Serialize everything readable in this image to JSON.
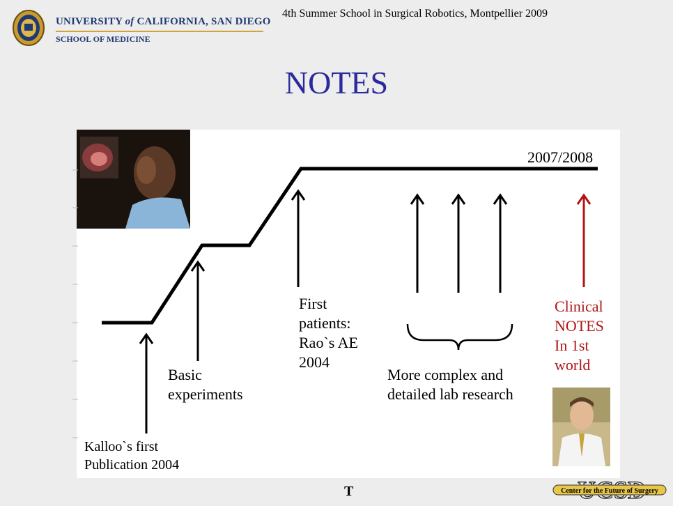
{
  "header": {
    "university_name": "UNIVERSITY of CALIFORNIA, SAN DIEGO",
    "university_main": "UNIVERSITY",
    "university_of": "of",
    "university_rest": "CALIFORNIA, SAN DIEGO",
    "school": "SCHOOL OF MEDICINE",
    "conference": "4th Summer School in Surgical Robotics, Montpellier 2009"
  },
  "slide": {
    "title": "NOTES",
    "year_label": "2007/2008"
  },
  "timeline": {
    "kalloo_line1": "Kalloo`s first",
    "kalloo_line2": "Publication 2004",
    "basic_line1": "Basic",
    "basic_line2": "experiments",
    "first_line1": "First",
    "first_line2": "patients:",
    "first_line3": "Rao`s AE",
    "first_line4": "2004",
    "complex_line1": "More complex and",
    "complex_line2": "detailed lab research",
    "clinical_line1": "Clinical",
    "clinical_line2": "NOTES",
    "clinical_line3": "In 1st",
    "clinical_line4": "world"
  },
  "footer": {
    "center_letter": "T",
    "logo_letters": "UCSD",
    "logo_banner": "Center for the Future of Surgery"
  },
  "colors": {
    "title_blue": "#2a2a9c",
    "clinical_red": "#b01515",
    "ucsd_navy": "#1f3a73",
    "ucsd_gold": "#d2a33b"
  }
}
